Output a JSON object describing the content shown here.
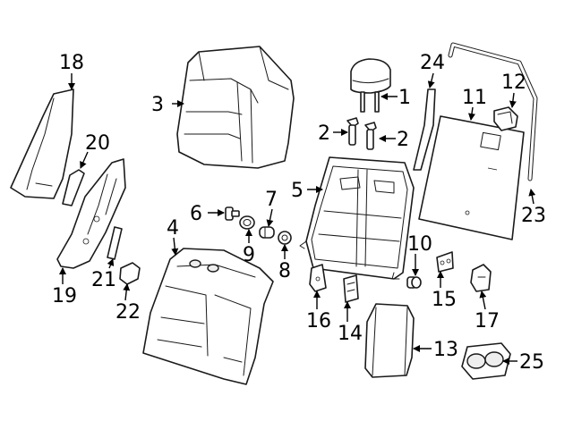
{
  "callouts": {
    "c1": "1",
    "c2a": "2",
    "c2b": "2",
    "c3": "3",
    "c4": "4",
    "c5": "5",
    "c6": "6",
    "c7": "7",
    "c8": "8",
    "c9": "9",
    "c10": "10",
    "c11": "11",
    "c12": "12",
    "c13": "13",
    "c14": "14",
    "c15": "15",
    "c16": "16",
    "c17": "17",
    "c18": "18",
    "c19": "19",
    "c20": "20",
    "c21": "21",
    "c22": "22",
    "c23": "23",
    "c24": "24",
    "c25": "25"
  },
  "colors": {
    "line": "#1a1a1a",
    "background": "#ffffff",
    "shade": "#eeeeee"
  }
}
